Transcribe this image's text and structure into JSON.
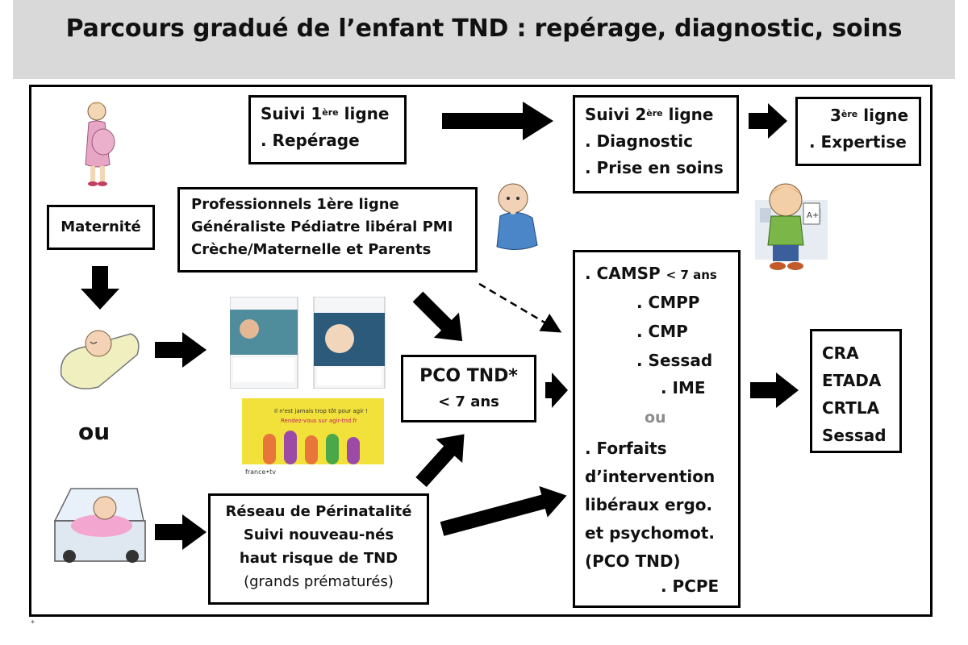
{
  "title": "Parcours gradué de l’enfant TND : repérage, diagnostic, soins",
  "boxes": {
    "suivi1": {
      "line1": "Suivi 1",
      "sup1": "ère",
      "line1b": " ligne",
      "line2": ". Repérage"
    },
    "suivi2": {
      "line1": "Suivi 2",
      "sup1": "ère",
      "line1b": " ligne",
      "line2": ". Diagnostic",
      "line3": ". Prise en soins"
    },
    "ligne3": {
      "line1": "3",
      "sup1": "ère",
      "line1b": " ligne",
      "line2": ". Expertise"
    },
    "maternite": "Maternité",
    "professionnels": [
      "Professionnels 1ère ligne",
      "Généraliste Pédiatre libéral PMI",
      "Crèche/Maternelle et Parents"
    ],
    "pco": {
      "line1": "PCO TND*",
      "line2": "< 7 ans"
    },
    "services": {
      "camsp": ". CAMSP",
      "camsp_age": "< 7 ans",
      "cmpp": ". CMPP",
      "cmp": ". CMP",
      "sessad": ". Sessad",
      "ime": ". IME",
      "ou": "ou",
      "forfaits": [
        ". Forfaits",
        "d’intervention",
        "libéraux ergo.",
        "et psychomot.",
        "(PCO TND)"
      ],
      "pcpe": ". PCPE"
    },
    "cra": [
      "CRA",
      "ETADA",
      "CRTLA",
      "Sessad"
    ],
    "reseau": [
      "Réseau de Périnatalité",
      "Suivi nouveau-nés",
      "haut risque de TND"
    ],
    "reseau_note": "(grands prématurés)"
  },
  "ou_label": "ou",
  "footnote": "*",
  "icons": [
    "pregnant-woman-icon",
    "baby-icon",
    "newborn-sleeping-icon",
    "incubator-baby-icon",
    "schoolboy-icon",
    "brochure-icon",
    "poster-icon"
  ],
  "brochure": {
    "poster_text_1": "Il n'est jamais trop tôt pour agir !",
    "poster_text_2": "Rendez-vous sur agir-tnd.fr",
    "poster_brand": "france•tv"
  }
}
